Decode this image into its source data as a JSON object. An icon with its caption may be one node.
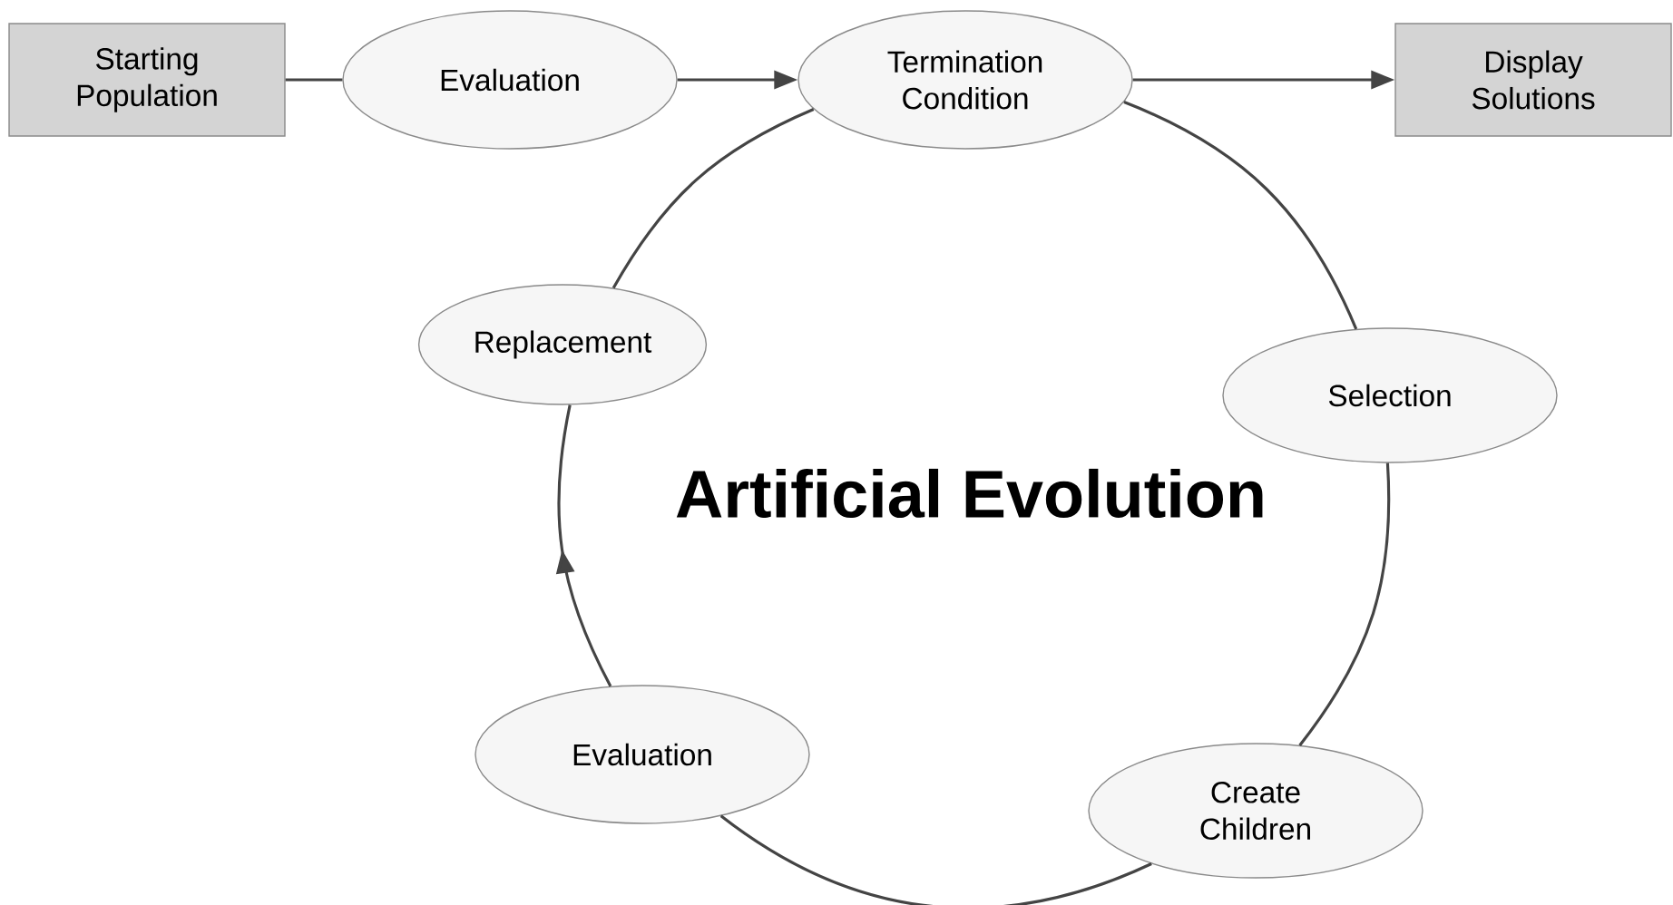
{
  "diagram": {
    "nodes": [
      {
        "text": [
          "Starting Population"
        ]
      },
      {
        "text": [
          "Evaluation"
        ]
      },
      {
        "text": [
          "Termination Condition"
        ]
      },
      {
        "text": [
          "Display Solutions"
        ]
      },
      {
        "text": [
          "Replacement"
        ]
      },
      {
        "text": [
          "Selection"
        ]
      },
      {
        "text": [
          "Evaluation"
        ]
      },
      {
        "text": [
          "Create Children"
        ]
      }
    ],
    "edges": [
      {
        "from": 0,
        "to": 1,
        "arrow": "none"
      },
      {
        "from": 1,
        "to": 2,
        "arrow": "to"
      },
      {
        "from": 2,
        "to": 3,
        "arrow": "to"
      },
      {
        "from": 2,
        "to": 5,
        "arrow": "none"
      },
      {
        "from": 5,
        "to": 7,
        "arrow": "none"
      },
      {
        "from": 7,
        "to": 6,
        "arrow": "none"
      },
      {
        "from": 6,
        "to": 4,
        "arrow": "to"
      },
      {
        "from": 4,
        "to": 2,
        "arrow": "none"
      }
    ],
    "labels": [
      "Artificial Evolution"
    ]
  }
}
